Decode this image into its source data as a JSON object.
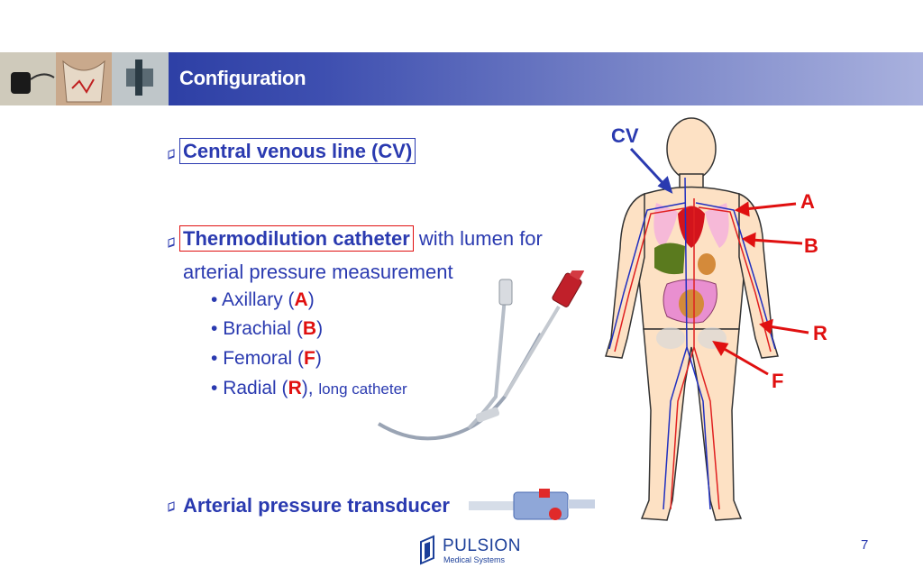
{
  "slide": {
    "title": "Configuration",
    "page_number": "7"
  },
  "bullets": {
    "cv": "Central venous line (CV)",
    "thermo_bold": "Thermodilution catheter",
    "thermo_rest": "with lumen for",
    "thermo_line2": "arterial pressure measurement",
    "transducer": "Arterial pressure transducer"
  },
  "sites": [
    {
      "name": "Axillary (",
      "code": "A",
      "suffix": ")"
    },
    {
      "name": "Brachial (",
      "code": "B",
      "suffix": ")"
    },
    {
      "name": "Femoral (",
      "code": "F",
      "suffix": ")"
    },
    {
      "name": "Radial (",
      "code": "R",
      "suffix": "),",
      "note": "long catheter"
    }
  ],
  "diagram_labels": {
    "cv": "CV",
    "a": "A",
    "b": "B",
    "r": "R",
    "f": "F"
  },
  "logo": {
    "name": "PULSION",
    "sub": "Medical Systems"
  },
  "colors": {
    "banner_dark": "#1c2f9a",
    "banner_light": "#a9b1de",
    "text_blue": "#2a3ab0",
    "accent_red": "#e01010",
    "cv_box": "#2a3ab0",
    "thermo_box": "#e01010"
  }
}
